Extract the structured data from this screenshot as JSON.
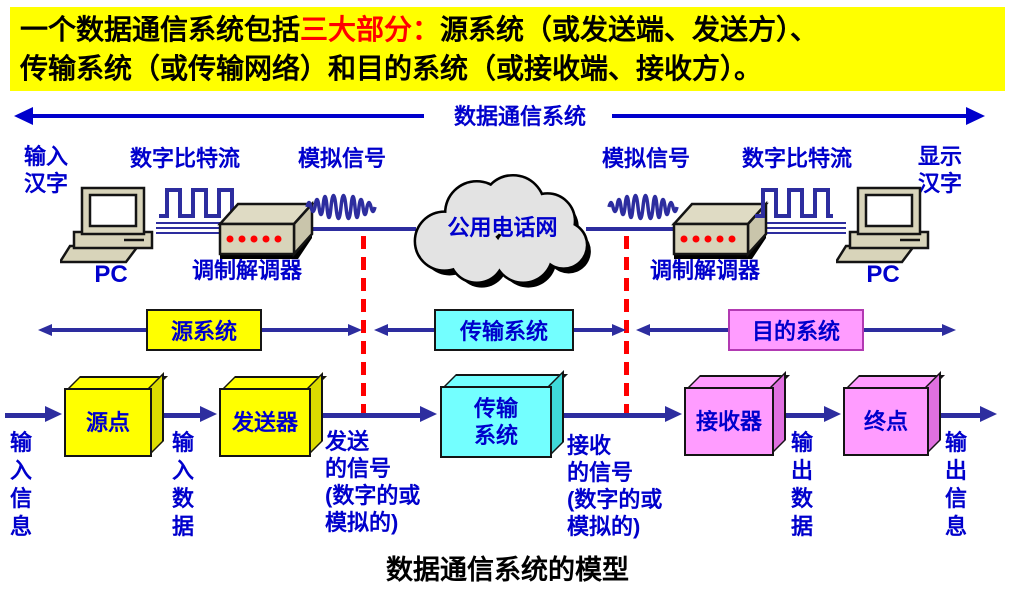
{
  "banner": {
    "text_before": "一个数据通信系统包括",
    "text_highlight": "三大部分：",
    "text_after": "源系统（或发送端、发送方）、\n传输系统（或传输网络）和目的系统（或接收端、接收方）。",
    "bg_color": "#FFFF00",
    "highlight_color": "#FF0000"
  },
  "top_arrow": {
    "label": "数据通信系统",
    "color": "#0000CC"
  },
  "upper": {
    "left_io_label": "输入\n汉字",
    "left_bitstream_label": "数字比特流",
    "left_analog_label": "模拟信号",
    "left_pc_label": "PC",
    "left_modem_label": "调制解调器",
    "cloud_label": "公用电话网",
    "right_analog_label": "模拟信号",
    "right_bitstream_label": "数字比特流",
    "right_modem_label": "调制解调器",
    "right_pc_label": "PC",
    "right_io_label": "显示\n汉字"
  },
  "band": {
    "source_label": "源系统",
    "transmission_label": "传输系统",
    "destination_label": "目的系统",
    "source_color": "#FFFF00",
    "transmission_color": "#73FFFF",
    "destination_color": "#FF9CFF"
  },
  "flow": {
    "input_info_label": "输入信息",
    "source_box_label": "源点",
    "input_data_label": "输入数据",
    "transmitter_box_label": "发送器",
    "sent_signal_label": "发送\n的信号\n(数字的或\n模拟的)",
    "transmission_box_label": "传输\n系统",
    "received_signal_label": "接收\n的信号\n(数字的或\n模拟的)",
    "receiver_box_label": "接收器",
    "output_data_label": "输出数据",
    "endpoint_box_label": "终点",
    "output_info_label": "输出信息"
  },
  "caption": "数据通信系统的模型",
  "colors": {
    "arrow_blue": "#2D2D9F",
    "label_blue": "#0000CC",
    "dashed_red": "#FF0000"
  }
}
